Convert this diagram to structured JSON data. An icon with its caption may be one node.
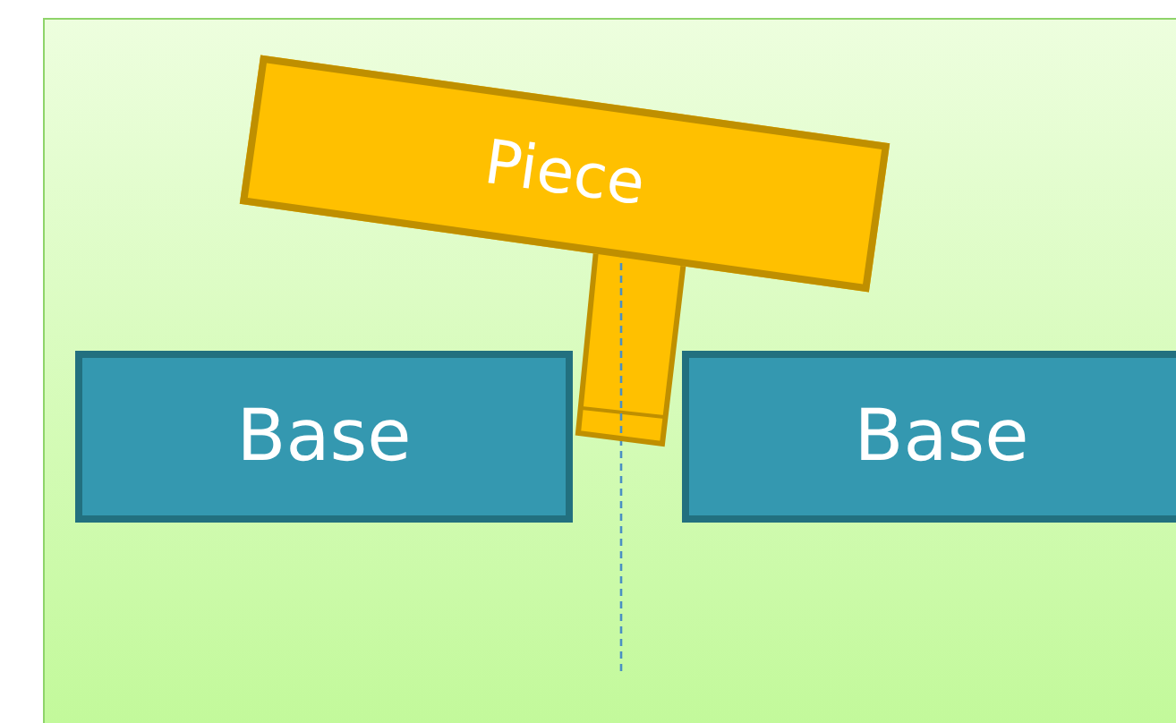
{
  "diagram": {
    "nodes": [
      {
        "text": [
          "Piece"
        ]
      },
      {
        "text": [
          "Base"
        ]
      },
      {
        "text": [
          "Base"
        ]
      }
    ],
    "edges": []
  }
}
